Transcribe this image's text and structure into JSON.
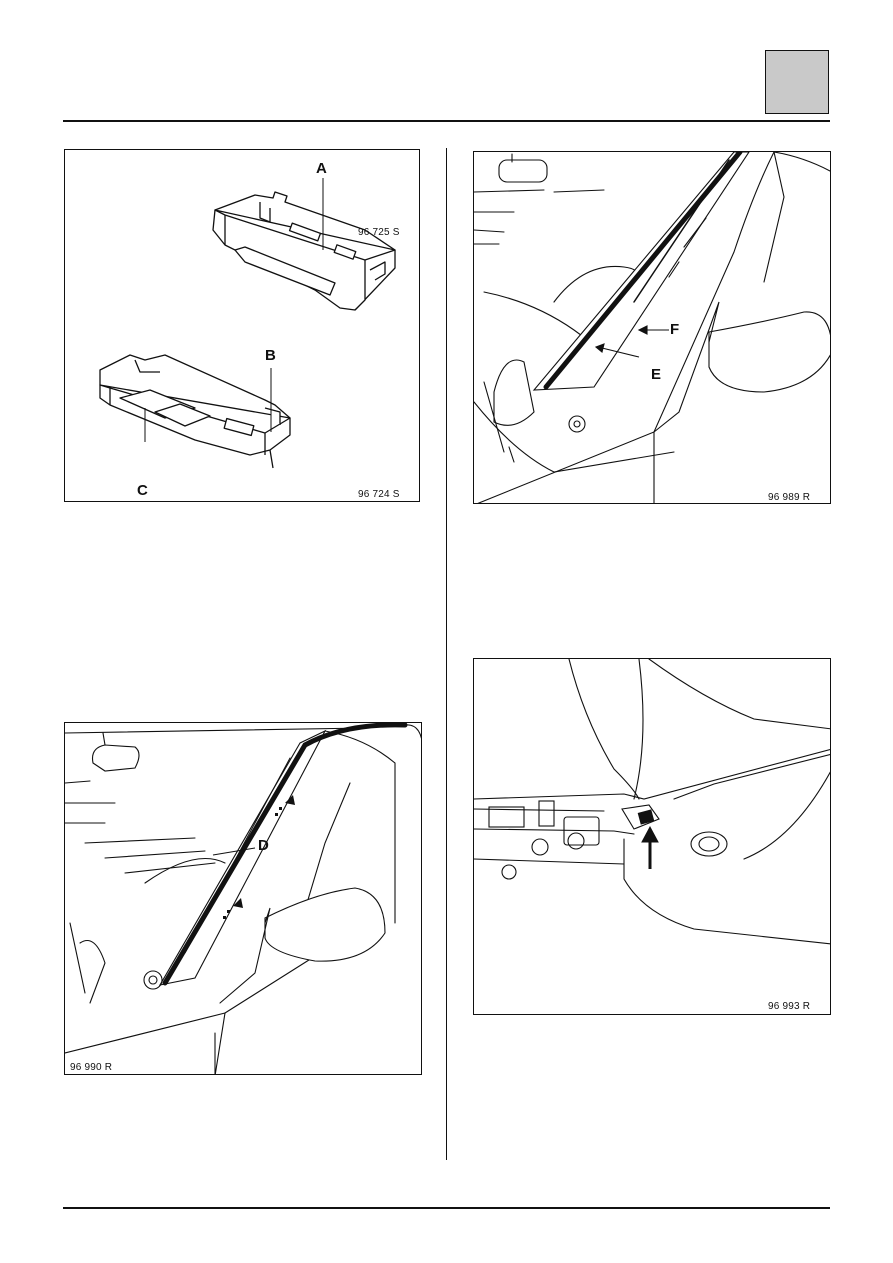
{
  "page": {
    "corner_marker": "",
    "figures": [
      {
        "ref": "96 725 S",
        "callouts": [
          "A"
        ]
      },
      {
        "ref": "96 724 S",
        "callouts": [
          "B",
          "C"
        ]
      },
      {
        "ref": "96 989 R",
        "callouts": [
          "F",
          "E"
        ]
      },
      {
        "ref": "96 990 R",
        "callouts": [
          "D"
        ]
      },
      {
        "ref": "96 993 R",
        "callouts": []
      }
    ]
  }
}
